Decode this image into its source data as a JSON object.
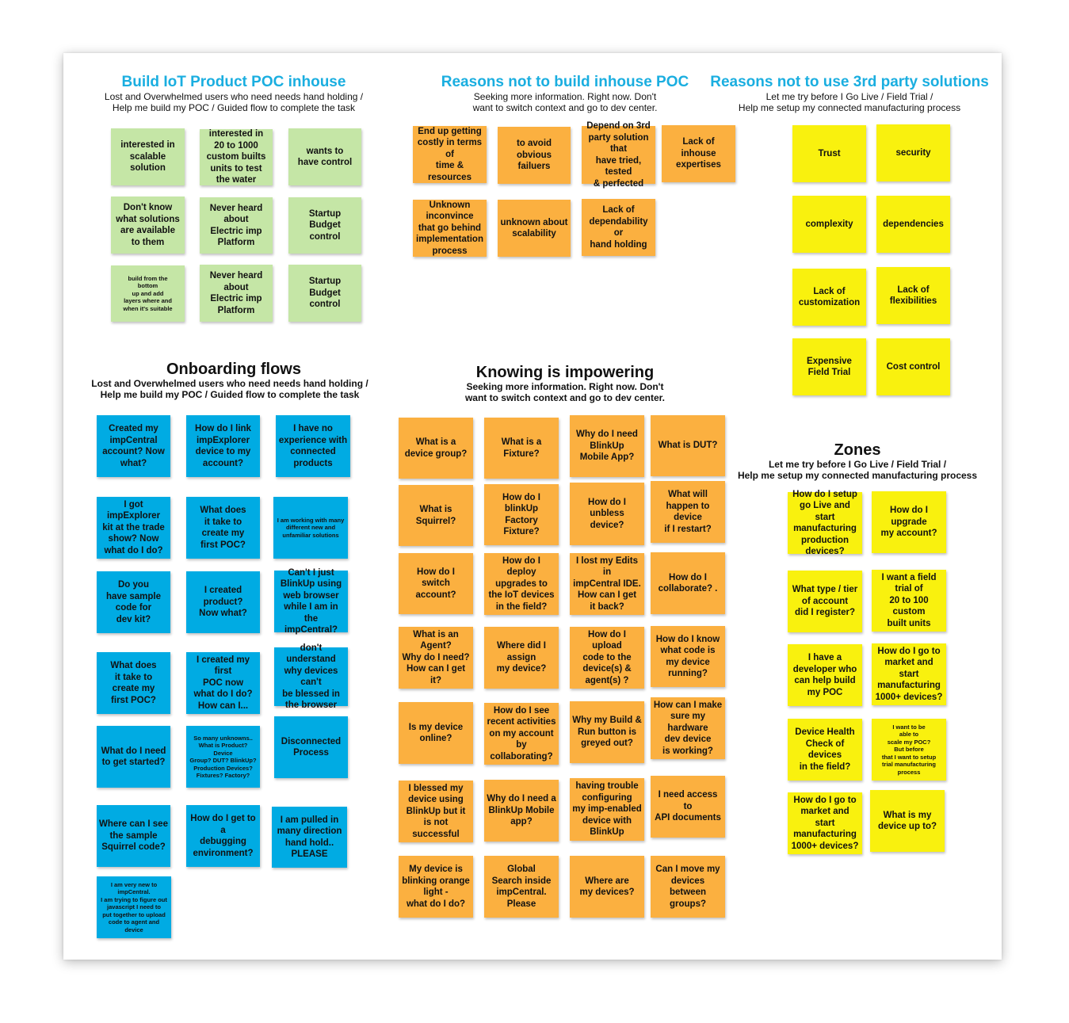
{
  "colors": {
    "title_blue": "#1aaee0",
    "green_note": "#c5e6a6",
    "orange_note": "#fbb040",
    "yellow_note": "#f9f10e",
    "cyan_note": "#00abe3"
  },
  "sections": {
    "build_iot": {
      "title": "Build IoT Product POC inhouse",
      "subtitle": "Lost and Overwhelmed users who need needs hand holding /\nHelp me build my POC / Guided flow to complete the task",
      "notes": [
        "interested in\nscalable\nsolution",
        "interested in\n20 to 1000\ncustom builts\nunits to test\nthe water",
        "wants to\nhave control",
        "Don't know\nwhat solutions\nare available\nto them",
        "Never heard\nabout\nElectric imp\nPlatform",
        "Startup\nBudget\ncontrol",
        "build from the\nbottom\nup and add\nlayers where and\nwhen it's suitable",
        "Never heard\nabout\nElectric imp\nPlatform",
        "Startup\nBudget\ncontrol"
      ]
    },
    "reasons_inhouse": {
      "title": "Reasons not to build inhouse POC",
      "subtitle": "Seeking more information. Right now. Don't\nwant to switch context and go to dev center.",
      "notes": [
        "End up getting\ncostly in terms of\ntime & resources",
        "to avoid obvious\nfailuers",
        "Depend on 3rd\nparty solution that\nhave tried, tested\n& perfected",
        "Lack of inhouse\nexpertises",
        "Unknown\ninconvince\nthat go behind\nimplementation\nprocess",
        "unknown about\nscalability",
        "Lack of\ndependability or\nhand holding"
      ]
    },
    "reasons_3rd_party": {
      "title": "Reasons not to use 3rd party solutions",
      "subtitle": "Let me try before I Go Live / Field Trial /\nHelp me setup my connected manufacturing process",
      "notes": [
        "Trust",
        "security",
        "complexity",
        "dependencies",
        "Lack of\ncustomization",
        "Lack of\nflexibilities",
        "Expensive\nField Trial",
        "Cost control"
      ]
    },
    "onboarding": {
      "title": "Onboarding flows",
      "subtitle": "Lost and Overwhelmed users who need needs hand holding /\nHelp me build my POC / Guided flow to complete the task",
      "notes": [
        "Created my\nimpCentral\naccount? Now\nwhat?",
        "How do I link\nimpExplorer\ndevice to my\naccount?",
        "I have no\nexperience with\nconnected\nproducts",
        "I got\nimpExplorer\nkit at the trade\nshow? Now\nwhat do I do?",
        "What does\nit take to\ncreate my\nfirst POC?",
        "I am working with many\ndifferent new and\nunfamiliar solutions",
        "Do you\nhave sample\ncode for\ndev kit?",
        "I created\nproduct?\nNow what?",
        "Can't I just\nBlinkUp using\nweb browser\nwhile I am in the\nimpCentral?",
        "What does\nit take to\ncreate my\nfirst POC?",
        "I created my first\nPOC now\nwhat do I do?\nHow can I...",
        "don't understand\nwhy devices can't\nbe blessed in\nthe browser",
        "What do I need\nto get started?",
        "So many unknowns..\nWhat is Product? Device\nGroup? DUT? BlinkUp?\nProduction Devices?\nFixtures?  Factory?",
        "Disconnected\nProcess",
        "Where can I see\nthe sample\nSquirrel code?",
        "How do I get to a\ndebugging\nenvironment?",
        "I am pulled in\nmany direction\nhand hold..\nPLEASE",
        "I am very new to\nimpCentral.\nI am trying to figure out\njavascript I need to\nput together to upload\ncode to agent and device"
      ]
    },
    "knowing": {
      "title": "Knowing is impowering",
      "subtitle": "Seeking more information. Right now. Don't\nwant to switch context and go to dev center.",
      "notes": [
        "What is a\ndevice group?",
        "What is a\nFixture?",
        "Why do I need\nBlinkUp\nMobile App?",
        "What is DUT?",
        "What is\nSquirrel?",
        "How do I blinkUp\nFactory Fixture?",
        "How do I unbless\ndevice?",
        "What will\nhappen to device\nif I restart?",
        "How do I\nswitch\naccount?",
        "How do I deploy\nupgrades to\nthe IoT devices\nin the field?",
        "I lost my Edits in\nimpCentral IDE.\nHow can I get\nit back?",
        "How do I\ncollaborate? .",
        "What is an Agent?\nWhy do I need?\nHow can I get it?",
        "Where did I\nassign\nmy device?",
        "How do I upload\ncode to the\ndevice(s) &\nagent(s) ?",
        "How do I know\nwhat code is\nmy device\nrunning?",
        "Is my device\nonline?",
        "How do I see\nrecent activities\non my account\nby collaborating?",
        "Why my Build &\nRun button is\ngreyed out?",
        "How can I make\nsure my hardware\ndev device\nis working?",
        "I blessed my\ndevice using\nBlinkUp but it\nis not successful",
        "Why do I need a\nBlinkUp Mobile\napp?",
        "having trouble\nconfiguring\nmy imp-enabled\ndevice with\nBlinkUp",
        "I need access to\nAPI documents",
        "My device is\nblinking orange\nlight -\nwhat do I do?",
        "Global\nSearch inside\nimpCentral.\nPlease",
        "Where are\nmy devices?",
        "Can I move my\ndevices between\ngroups?"
      ]
    },
    "zones": {
      "title": "Zones",
      "subtitle": "Let me try before I Go Live / Field Trial /\nHelp me setup my connected manufacturing process",
      "notes": [
        "How do I setup\ngo Live and start\nmanufacturing\nproduction\ndevices?",
        "How do I\nupgrade\nmy account?",
        "What type / tier\nof account\ndid I register?",
        "I want a field\ntrial of\n20 to 100 custom\nbuilt units",
        "I have a\ndeveloper who\ncan help build\nmy POC",
        "How do I go to\nmarket and start\nmanufacturing\n1000+ devices?",
        "Device Health\nCheck of devices\nin the field?",
        "I want to be\nable to\nscale my POC?\nBut before\nthat I want to setup\ntrial manufacturing\nprocess",
        "How do I go to\nmarket and start\nmanufacturing\n1000+ devices?",
        "What is my\ndevice up to?"
      ]
    }
  }
}
